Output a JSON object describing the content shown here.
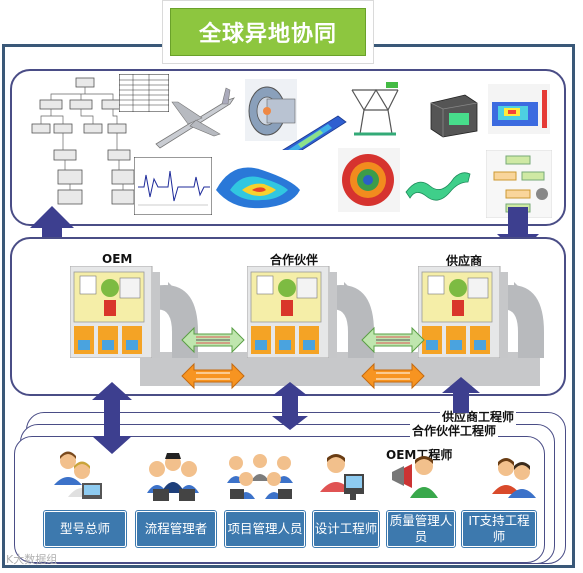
{
  "title": "全球异地协同",
  "parties": {
    "oem": "OEM",
    "partner": "合作伙伴",
    "supplier": "供应商"
  },
  "engineer_layers": {
    "supplier": "供应商工程师",
    "partner": "合作伙伴工程师",
    "oem": "OEM工程师"
  },
  "roles": [
    {
      "label": "型号总师",
      "icon": "chief-designer-icon"
    },
    {
      "label": "流程管理者",
      "icon": "process-manager-icon"
    },
    {
      "label": "项目管理人员",
      "icon": "project-manager-icon"
    },
    {
      "label": "设计工程师",
      "icon": "design-engineer-icon"
    },
    {
      "label": "质量管理人员",
      "icon": "quality-manager-icon"
    },
    {
      "label": "IT支持工程师",
      "icon": "it-support-icon"
    }
  ],
  "watermark": "K大数据组",
  "colors": {
    "title_bg": "#8dc63f",
    "frame": "#3a5878",
    "panel_border": "#4a4d86",
    "arrow": "#3d3f8f",
    "role_button": "#3d79ae",
    "exchange_green": "#8fd27a",
    "exchange_orange": "#f79421"
  }
}
